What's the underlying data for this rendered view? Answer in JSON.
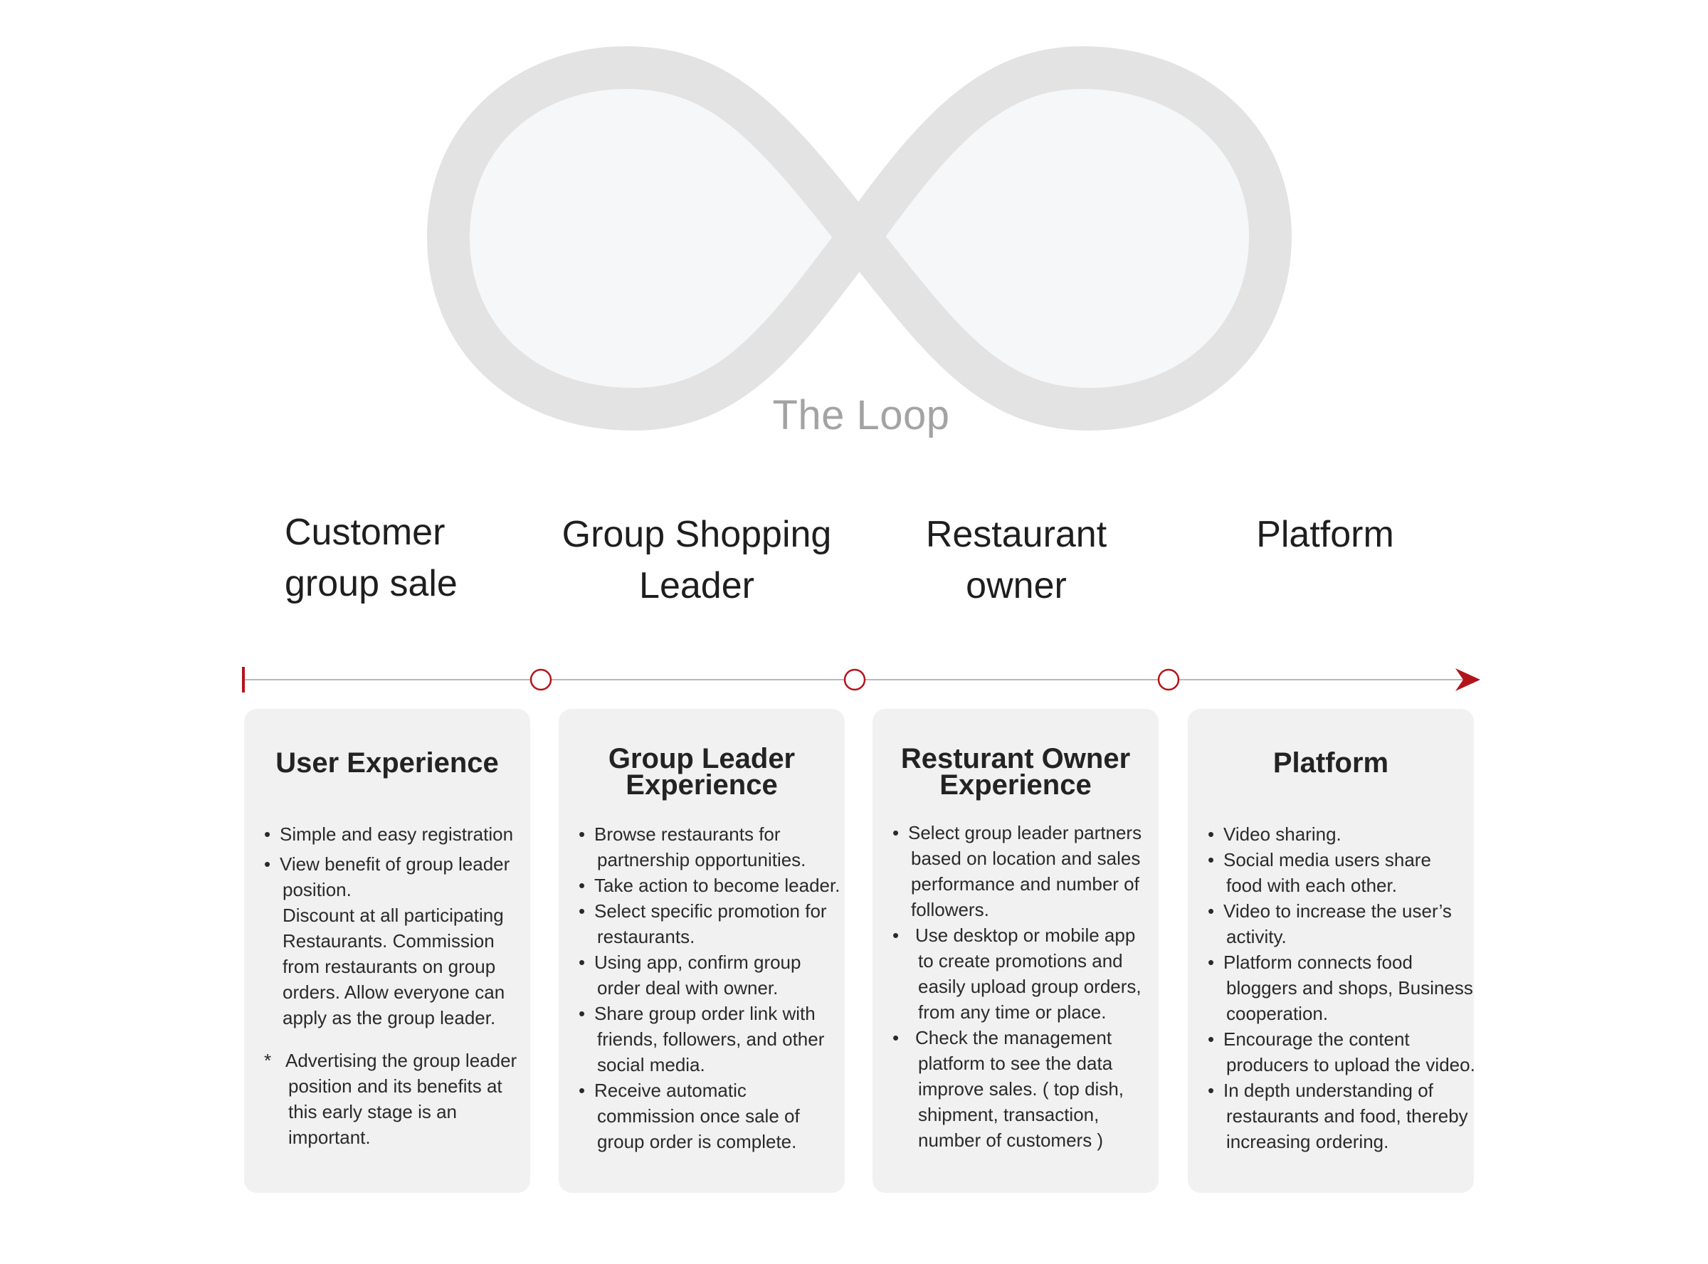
{
  "loop": {
    "title": "The Loop"
  },
  "stages": [
    {
      "heading": [
        "Customer",
        "group sale"
      ]
    },
    {
      "heading": [
        "Group Shopping",
        "Leader"
      ]
    },
    {
      "heading": [
        "Restaurant",
        "owner"
      ]
    },
    {
      "heading": [
        "Platform"
      ]
    }
  ],
  "colors": {
    "accent": "#b3141c",
    "loop": "#e3e3e3",
    "card": "#f1f1f1",
    "line": "#b9b9b9"
  },
  "cards": [
    {
      "title": [
        "User Experience"
      ],
      "items": [
        {
          "mark": "•",
          "lines": [
            "Simple and easy registration"
          ]
        },
        {
          "mark": "•",
          "lines": [
            "View benefit of group leader",
            "position.",
            "Discount at all participating",
            "Restaurants. Commission",
            "from restaurants on group",
            "orders. Allow everyone can",
            "apply as the group leader."
          ]
        },
        {
          "mark": "*",
          "lines": [
            "Advertising the group leader",
            "position and its benefits at",
            "this early stage is an",
            "important."
          ]
        }
      ]
    },
    {
      "title": [
        "Group Leader",
        "Experience"
      ],
      "items": [
        {
          "mark": "•",
          "lines": [
            "Browse restaurants for",
            "partnership opportunities."
          ]
        },
        {
          "mark": "•",
          "lines": [
            "Take action to become leader."
          ]
        },
        {
          "mark": "•",
          "lines": [
            "Select specific promotion for",
            "restaurants."
          ]
        },
        {
          "mark": "•",
          "lines": [
            "Using app, confirm group",
            "order deal with owner."
          ]
        },
        {
          "mark": "•",
          "lines": [
            "Share group order link with",
            "friends, followers, and other",
            "social media."
          ]
        },
        {
          "mark": "•",
          "lines": [
            "Receive automatic",
            "commission once sale of",
            "group order is complete."
          ]
        }
      ]
    },
    {
      "title": [
        "Resturant Owner",
        "Experience"
      ],
      "items": [
        {
          "mark": "•",
          "lines": [
            "Select group leader partners",
            "based on location and sales",
            "performance and number of",
            "followers."
          ]
        },
        {
          "mark": "•",
          "lines": [
            "Use desktop or mobile app",
            "to create promotions and",
            "easily upload group orders,",
            "from any time or place."
          ]
        },
        {
          "mark": "•",
          "lines": [
            "Check the management",
            "platform to see the data",
            "improve sales. ( top dish,",
            "shipment, transaction,",
            "number of customers )"
          ]
        }
      ]
    },
    {
      "title": [
        "Platform"
      ],
      "items": [
        {
          "mark": "•",
          "lines": [
            "Video sharing."
          ]
        },
        {
          "mark": "•",
          "lines": [
            "Social media users share",
            "food with each other."
          ]
        },
        {
          "mark": "•",
          "lines": [
            "Video to increase the user’s",
            "activity."
          ]
        },
        {
          "mark": "•",
          "lines": [
            "Platform connects food",
            "bloggers and shops, Business",
            "cooperation."
          ]
        },
        {
          "mark": "•",
          "lines": [
            "Encourage the content",
            "producers to upload the video."
          ]
        },
        {
          "mark": "•",
          "lines": [
            "In depth understanding of",
            "restaurants and food, thereby",
            "increasing ordering."
          ]
        }
      ]
    }
  ]
}
